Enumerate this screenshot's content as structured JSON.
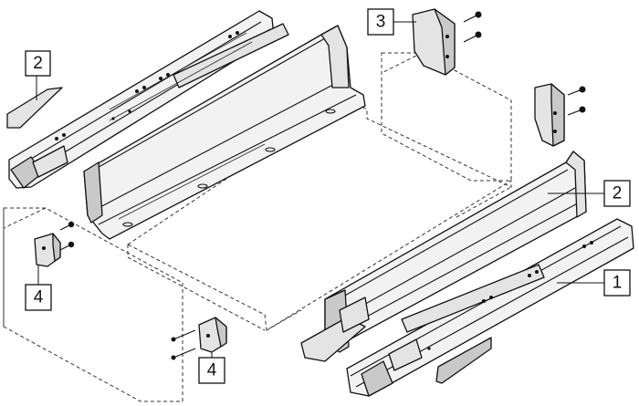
{
  "callouts": [
    {
      "id": "left-side-panel",
      "label": "2"
    },
    {
      "id": "back-bracket",
      "label": "3"
    },
    {
      "id": "right-side-panel",
      "label": "2"
    },
    {
      "id": "right-runner",
      "label": "1"
    },
    {
      "id": "front-bracket-left",
      "label": "4"
    },
    {
      "id": "front-bracket-bottom",
      "label": "4"
    }
  ]
}
